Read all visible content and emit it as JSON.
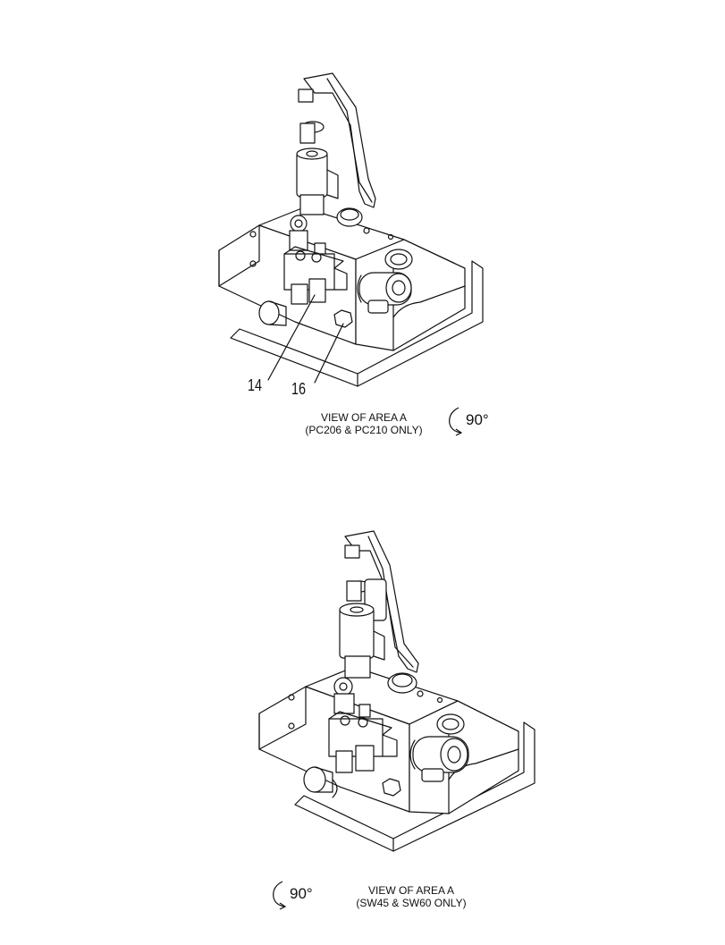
{
  "views": [
    {
      "caption_line1": "VIEW OF AREA  A",
      "caption_line2": "(PC206 & PC210 ONLY)",
      "rotation_label": "90°",
      "callouts": [
        "14",
        "16"
      ]
    },
    {
      "caption_line1": "VIEW OF AREA  A",
      "caption_line2": "(SW45 & SW60 ONLY)",
      "rotation_label": "90°",
      "callouts": []
    }
  ]
}
